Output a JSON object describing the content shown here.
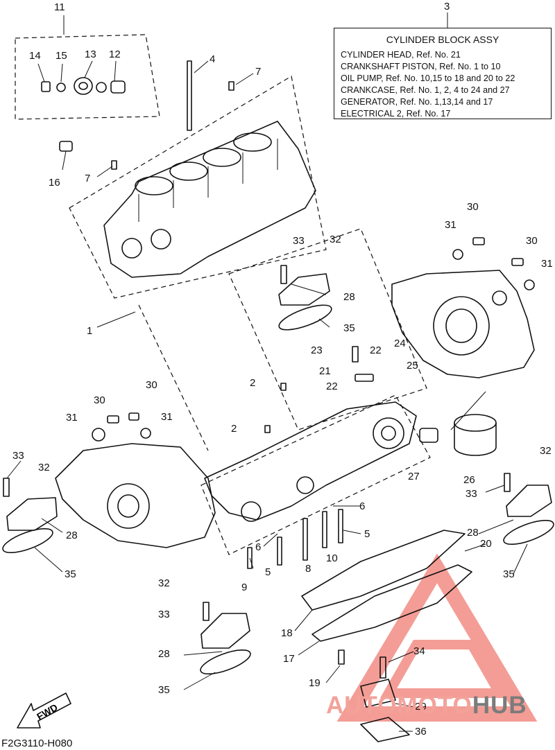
{
  "info_box": {
    "ref_number": "3",
    "title": "CYLINDER BLOCK ASSY",
    "lines": [
      "CYLINDER HEAD, Ref. No. 21",
      "CRANKSHAFT PISTON, Ref. No. 1 to 10",
      "OIL PUMP, Ref. No. 10,15 to 18 and 20 to 22",
      "CRANKCASE, Ref. No. 1, 2, 4 to 24 and 27",
      "GENERATOR, Ref. No. 1,13,14 and 17",
      "ELECTRICAL 2, Ref. No. 17"
    ]
  },
  "callouts": [
    "11",
    "14",
    "15",
    "13",
    "12",
    "4",
    "7",
    "16",
    "7",
    "1",
    "33",
    "32",
    "28",
    "35",
    "31",
    "30",
    "30",
    "31",
    "23",
    "22",
    "24",
    "21",
    "25",
    "22",
    "2",
    "2",
    "30",
    "30",
    "31",
    "31",
    "33",
    "32",
    "28",
    "35",
    "27",
    "26",
    "32",
    "33",
    "28",
    "6",
    "5",
    "6",
    "5",
    "8",
    "10",
    "9",
    "20",
    "35",
    "32",
    "33",
    "28",
    "18",
    "17",
    "34",
    "19",
    "35",
    "29",
    "36"
  ],
  "fwd_label": "FWD",
  "diagram_code": "F2G3110-H080",
  "watermark": {
    "part1": "AUTOMOTO",
    "part2": "HUB",
    "color1": "#f3a29a",
    "color2": "#7b7b7b"
  }
}
